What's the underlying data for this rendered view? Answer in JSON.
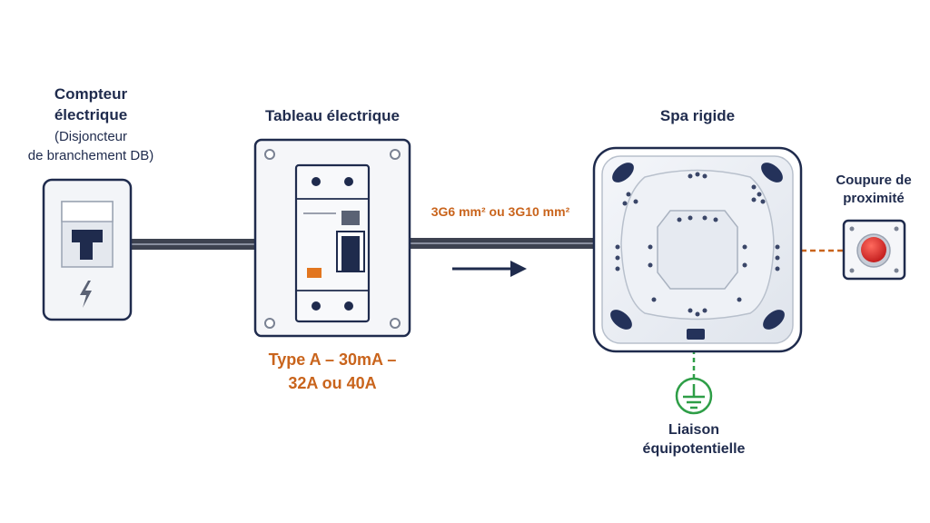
{
  "meter": {
    "title_line1": "Compteur",
    "title_line2": "électrique",
    "sub_line1": "(Disjoncteur",
    "sub_line2": "de branchement DB)"
  },
  "panel": {
    "title": "Tableau électrique",
    "spec_line1": "Type A – 30mA –",
    "spec_line2": "32A ou 40A"
  },
  "cable": {
    "label": "3G6 mm² ou 3G10 mm²"
  },
  "spa": {
    "title": "Spa rigide"
  },
  "cutoff": {
    "line1": "Coupure de",
    "line2": "proximité"
  },
  "earth": {
    "line1": "Liaison",
    "line2": "équipotentielle"
  },
  "icons": [
    "lightning-icon",
    "earth-ground-icon",
    "arrow-right-icon",
    "stop-button-icon"
  ],
  "colors": {
    "navy": "#1f2b4d",
    "orange": "#c9641c",
    "green": "#2e9e47",
    "red": "#d62e2e",
    "cable": "#3d4250"
  }
}
